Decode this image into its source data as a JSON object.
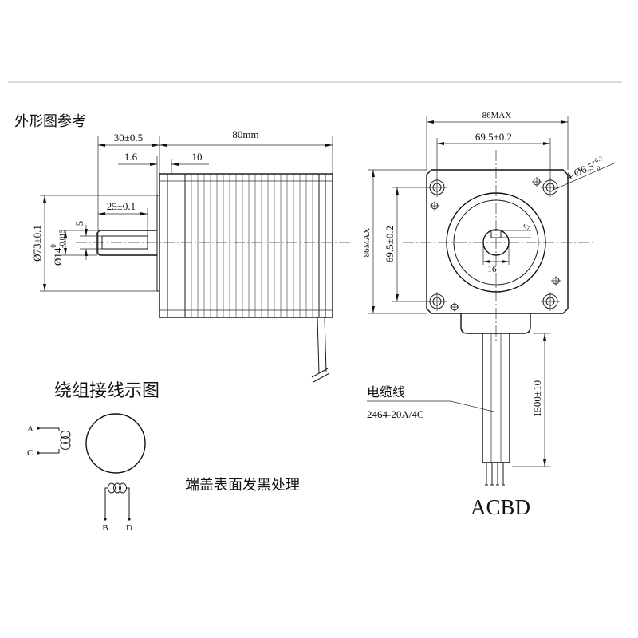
{
  "title": "外形图参考",
  "side_view": {
    "shaft_length": "30±0.5",
    "body_length": "80mm",
    "pilot_thickness": "1.6",
    "front_offset": "10",
    "key_length": "25±0.1",
    "key_width": "5",
    "pilot_diameter": "Ø73±0.1",
    "shaft_diameter": "Ø14",
    "shaft_tol_upper": "0",
    "shaft_tol_lower": "-0.015"
  },
  "front_view": {
    "flange_width": "86MAX",
    "hole_spacing_h": "69.5±0.2",
    "mount_holes": "4-Ø6.5",
    "mount_holes_tol_upper": "+0.2",
    "mount_holes_tol_lower": "0",
    "flange_height": "86MAX",
    "hole_spacing_v": "69.5±0.2",
    "key_depth": "5",
    "shaft_width": "16",
    "cable_length": "1500±10",
    "cable_label": "电缆线",
    "cable_spec": "2464-20A/4C",
    "wire_order": "ACBD"
  },
  "wiring_diagram": {
    "title": "绕组接线示图",
    "lead_a": "A",
    "lead_c": "C",
    "lead_b": "B",
    "lead_d": "D"
  },
  "note": "端盖表面发黑处理"
}
